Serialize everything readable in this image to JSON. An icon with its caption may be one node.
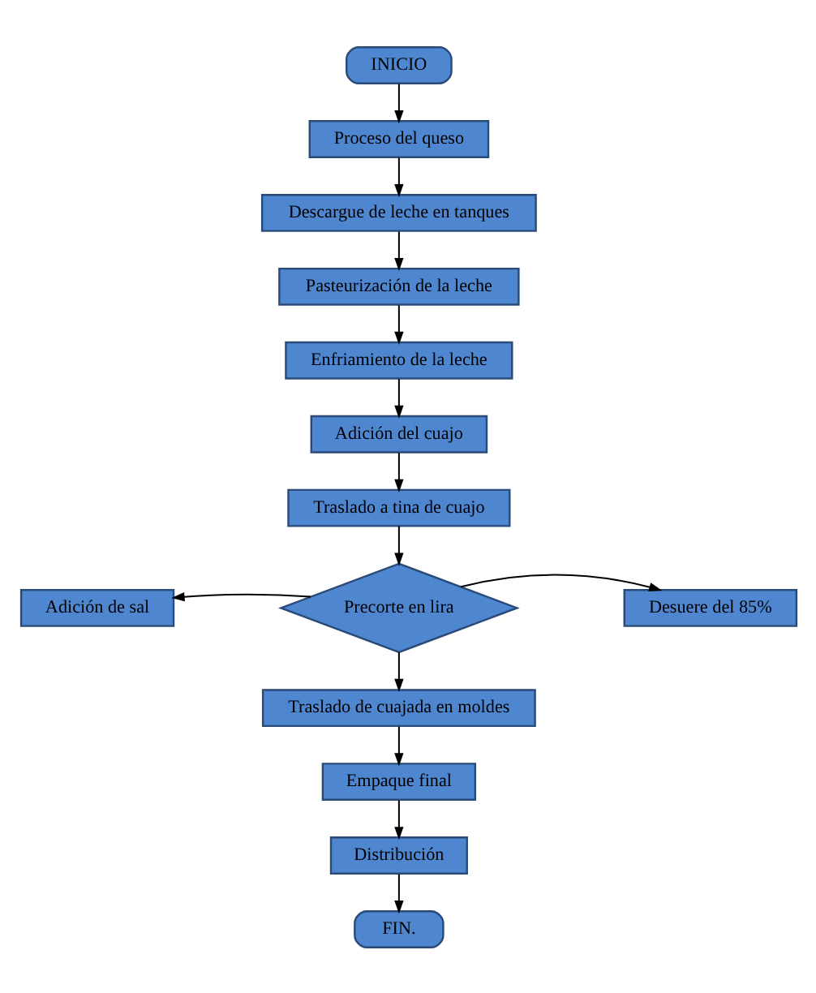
{
  "diagram": {
    "nodes": [
      {
        "text": [
          "INICIO"
        ]
      },
      {
        "text": [
          "Proceso del queso"
        ]
      },
      {
        "text": [
          "Descargue de leche en tanques"
        ]
      },
      {
        "text": [
          "Pasteurización de la leche"
        ]
      },
      {
        "text": [
          "Enfriamiento de la leche"
        ]
      },
      {
        "text": [
          "Adición del cuajo"
        ]
      },
      {
        "text": [
          "Traslado a tina de cuajo"
        ]
      },
      {
        "text": [
          "Adición de sal"
        ]
      },
      {
        "text": [
          "Precorte en lira"
        ]
      },
      {
        "text": [
          "Desuere del 85%"
        ]
      },
      {
        "text": [
          "Traslado de cuajada en moldes"
        ]
      },
      {
        "text": [
          "Empaque final"
        ]
      },
      {
        "text": [
          "Distribución"
        ]
      },
      {
        "text": [
          "FIN."
        ]
      }
    ],
    "edges": [
      {
        "from": 0,
        "to": 1,
        "arrow": "to"
      },
      {
        "from": 1,
        "to": 2,
        "arrow": "to"
      },
      {
        "from": 2,
        "to": 3,
        "arrow": "to"
      },
      {
        "from": 3,
        "to": 4,
        "arrow": "to"
      },
      {
        "from": 4,
        "to": 5,
        "arrow": "to"
      },
      {
        "from": 5,
        "to": 6,
        "arrow": "to"
      },
      {
        "from": 6,
        "to": 8,
        "arrow": "to"
      },
      {
        "from": 8,
        "to": 7,
        "arrow": "to"
      },
      {
        "from": 8,
        "to": 9,
        "arrow": "to"
      },
      {
        "from": 8,
        "to": 10,
        "arrow": "to"
      },
      {
        "from": 10,
        "to": 11,
        "arrow": "to"
      },
      {
        "from": 11,
        "to": 12,
        "arrow": "to"
      },
      {
        "from": 12,
        "to": 13,
        "arrow": "to"
      }
    ]
  }
}
